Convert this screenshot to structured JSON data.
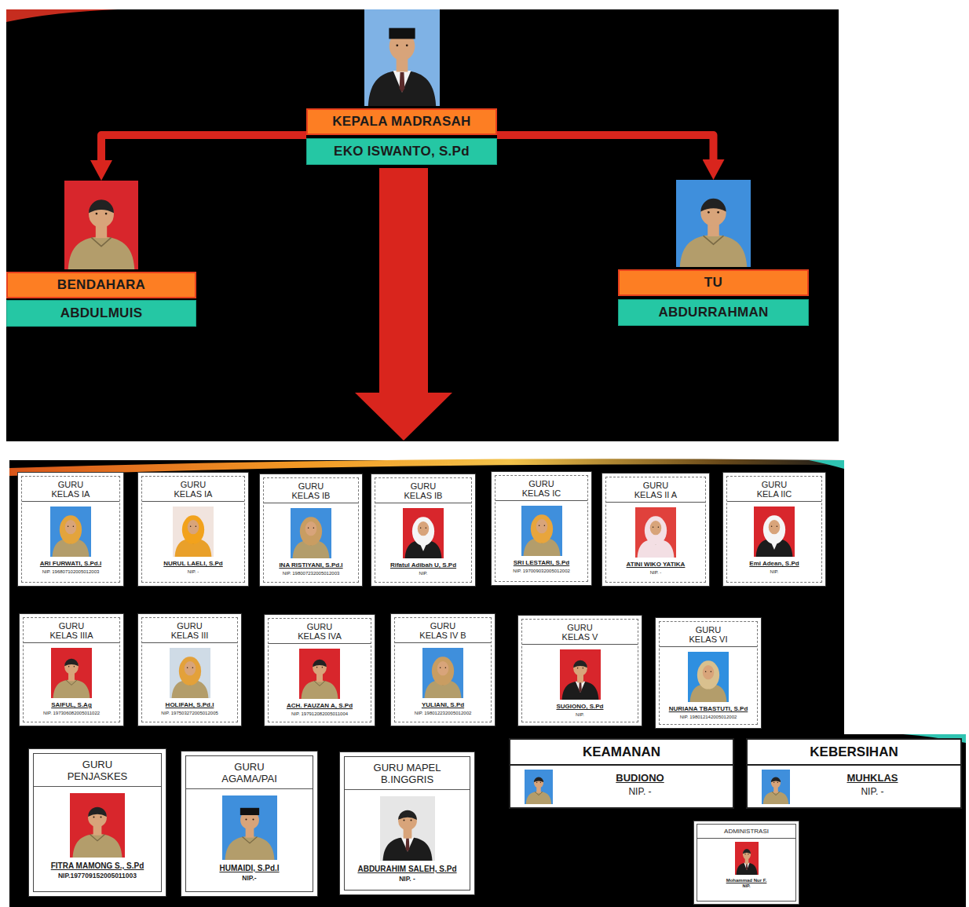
{
  "diagram": {
    "nodes": [
      {
        "text": [
          "KEPALA MADRASAH"
        ]
      },
      {
        "text": [
          "EKO ISWANTO, S.Pd"
        ]
      },
      {
        "text": [
          "BENDAHARA"
        ]
      },
      {
        "text": [
          "ABDULMUIS"
        ]
      },
      {
        "text": [
          "TU"
        ]
      },
      {
        "text": [
          "ABDURRAHMAN"
        ]
      },
      {
        "text": [
          "GURU KELAS IA",
          "ARI FURWATI, S.Pd.I",
          "NIP. 196807102005012003"
        ]
      },
      {
        "text": [
          "GURU KELAS IA",
          "NURUL LAELI, S.Pd",
          "NIP. -"
        ]
      },
      {
        "text": [
          "GURU KELAS IB",
          "INA RISTIYANI, S.Pd.I",
          "NIP. 198007232005012003"
        ]
      },
      {
        "text": [
          "GURU KELAS IB",
          "Rifatul Adibah U, S.Pd",
          "NIP."
        ]
      },
      {
        "text": [
          "GURU KELAS IC",
          "SRI LESTARI, S.Pd",
          "NIP. 197009032005012002"
        ]
      },
      {
        "text": [
          "GURU KELAS II A",
          "ATINI WIKO YATIKA",
          "NIP. -"
        ]
      },
      {
        "text": [
          "GURU KELA IIC",
          "Emi Adean, S.Pd",
          "NIP."
        ]
      },
      {
        "text": [
          "GURU KELAS IIIA",
          "SAIFUL, S.Ag",
          "NIP. 197306082005011022"
        ]
      },
      {
        "text": [
          "GURU KELAS III",
          "HOLIFAH, S.Pd.I",
          "NIP. 197503272005012005"
        ]
      },
      {
        "text": [
          "GURU KELAS IVA",
          "ACH. FAUZAN A, S.Pd",
          "NIP. 197912082005011004"
        ]
      },
      {
        "text": [
          "GURU KELAS IV B",
          "YULIANI, S.Pd",
          "NIP. 198012232005012002"
        ]
      },
      {
        "text": [
          "GURU KELAS V",
          "SUGIONO, S.Pd",
          "NIP."
        ]
      },
      {
        "text": [
          "GURU KELAS VI",
          "NURIANA TBASTUTI, S.Pd",
          "NIP. 198012142005012002"
        ]
      },
      {
        "text": [
          "GURU PENJASKES",
          "FITRA MAMONG S., S.Pd",
          "NIP.197709152005011003"
        ]
      },
      {
        "text": [
          "GURU AGAMA/PAI",
          "HUMAIDI, S.Pd.I",
          "NIP.-"
        ]
      },
      {
        "text": [
          "GURU MAPEL B.INGGRIS",
          "ABDURAHIM SALEH, S.Pd",
          "NIP. -"
        ]
      },
      {
        "text": [
          "KEAMANAN",
          "BUDIONO",
          "NIP. -"
        ]
      },
      {
        "text": [
          "KEBERSIHAN",
          "MUHKLAS",
          "NIP. -"
        ]
      },
      {
        "text": [
          "ADMINISTRASI",
          "Mohammad Nur F.",
          "NIP."
        ]
      }
    ],
    "edges": [
      {
        "from": 0,
        "to": 2,
        "arrow": "to"
      },
      {
        "from": 0,
        "to": 4,
        "arrow": "to"
      }
    ]
  }
}
